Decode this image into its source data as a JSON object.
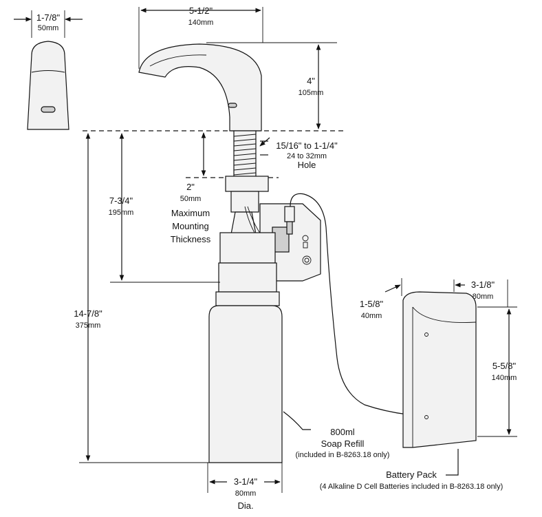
{
  "dimensions": {
    "spout_depth": {
      "inch": "1-7/8\"",
      "metric": "50mm"
    },
    "spout_reach": {
      "inch": "5-1/2\"",
      "metric": "140mm"
    },
    "spout_height": {
      "inch": "4\"",
      "metric": "105mm"
    },
    "hole_size": {
      "inch": "15/16\" to 1-1/4\"",
      "metric": "24 to 32mm",
      "label": "Hole"
    },
    "mount_thickness": {
      "inch": "2\"",
      "metric": "50mm",
      "label_lines": [
        "Maximum",
        "Mounting",
        "Thickness"
      ]
    },
    "under_counter": {
      "inch": "7-3/4\"",
      "metric": "195mm"
    },
    "total_height": {
      "inch": "14-7/8\"",
      "metric": "375mm"
    },
    "bottle_dia": {
      "inch": "3-1/4\"",
      "metric": "80mm",
      "label": "Dia."
    },
    "battery_depth": {
      "inch": "1-5/8\"",
      "metric": "40mm"
    },
    "battery_width": {
      "inch": "3-1/8\"",
      "metric": "80mm"
    },
    "battery_height": {
      "inch": "5-5/8\"",
      "metric": "140mm"
    }
  },
  "callouts": {
    "soap_refill": {
      "lines": [
        "800ml",
        "Soap Refill"
      ],
      "note": "(included in B-8263.18 only)"
    },
    "battery_pack": {
      "label": "Battery Pack",
      "note": "(4 Alkaline D Cell Batteries included in B-8263.18 only)"
    }
  }
}
